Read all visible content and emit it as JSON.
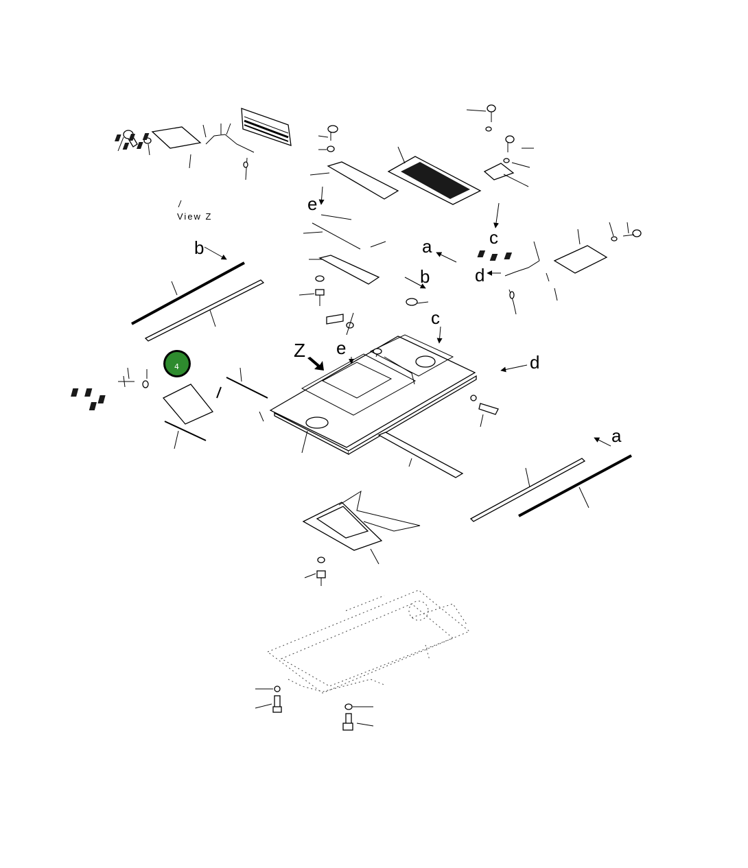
{
  "diagram": {
    "view_label": "View Z",
    "callouts": [
      "a",
      "a",
      "b",
      "b",
      "c",
      "c",
      "d",
      "d",
      "e",
      "e",
      "Z"
    ],
    "item_badge": {
      "number": "4",
      "color": "#2e8b2e"
    },
    "drawing_code": ""
  }
}
